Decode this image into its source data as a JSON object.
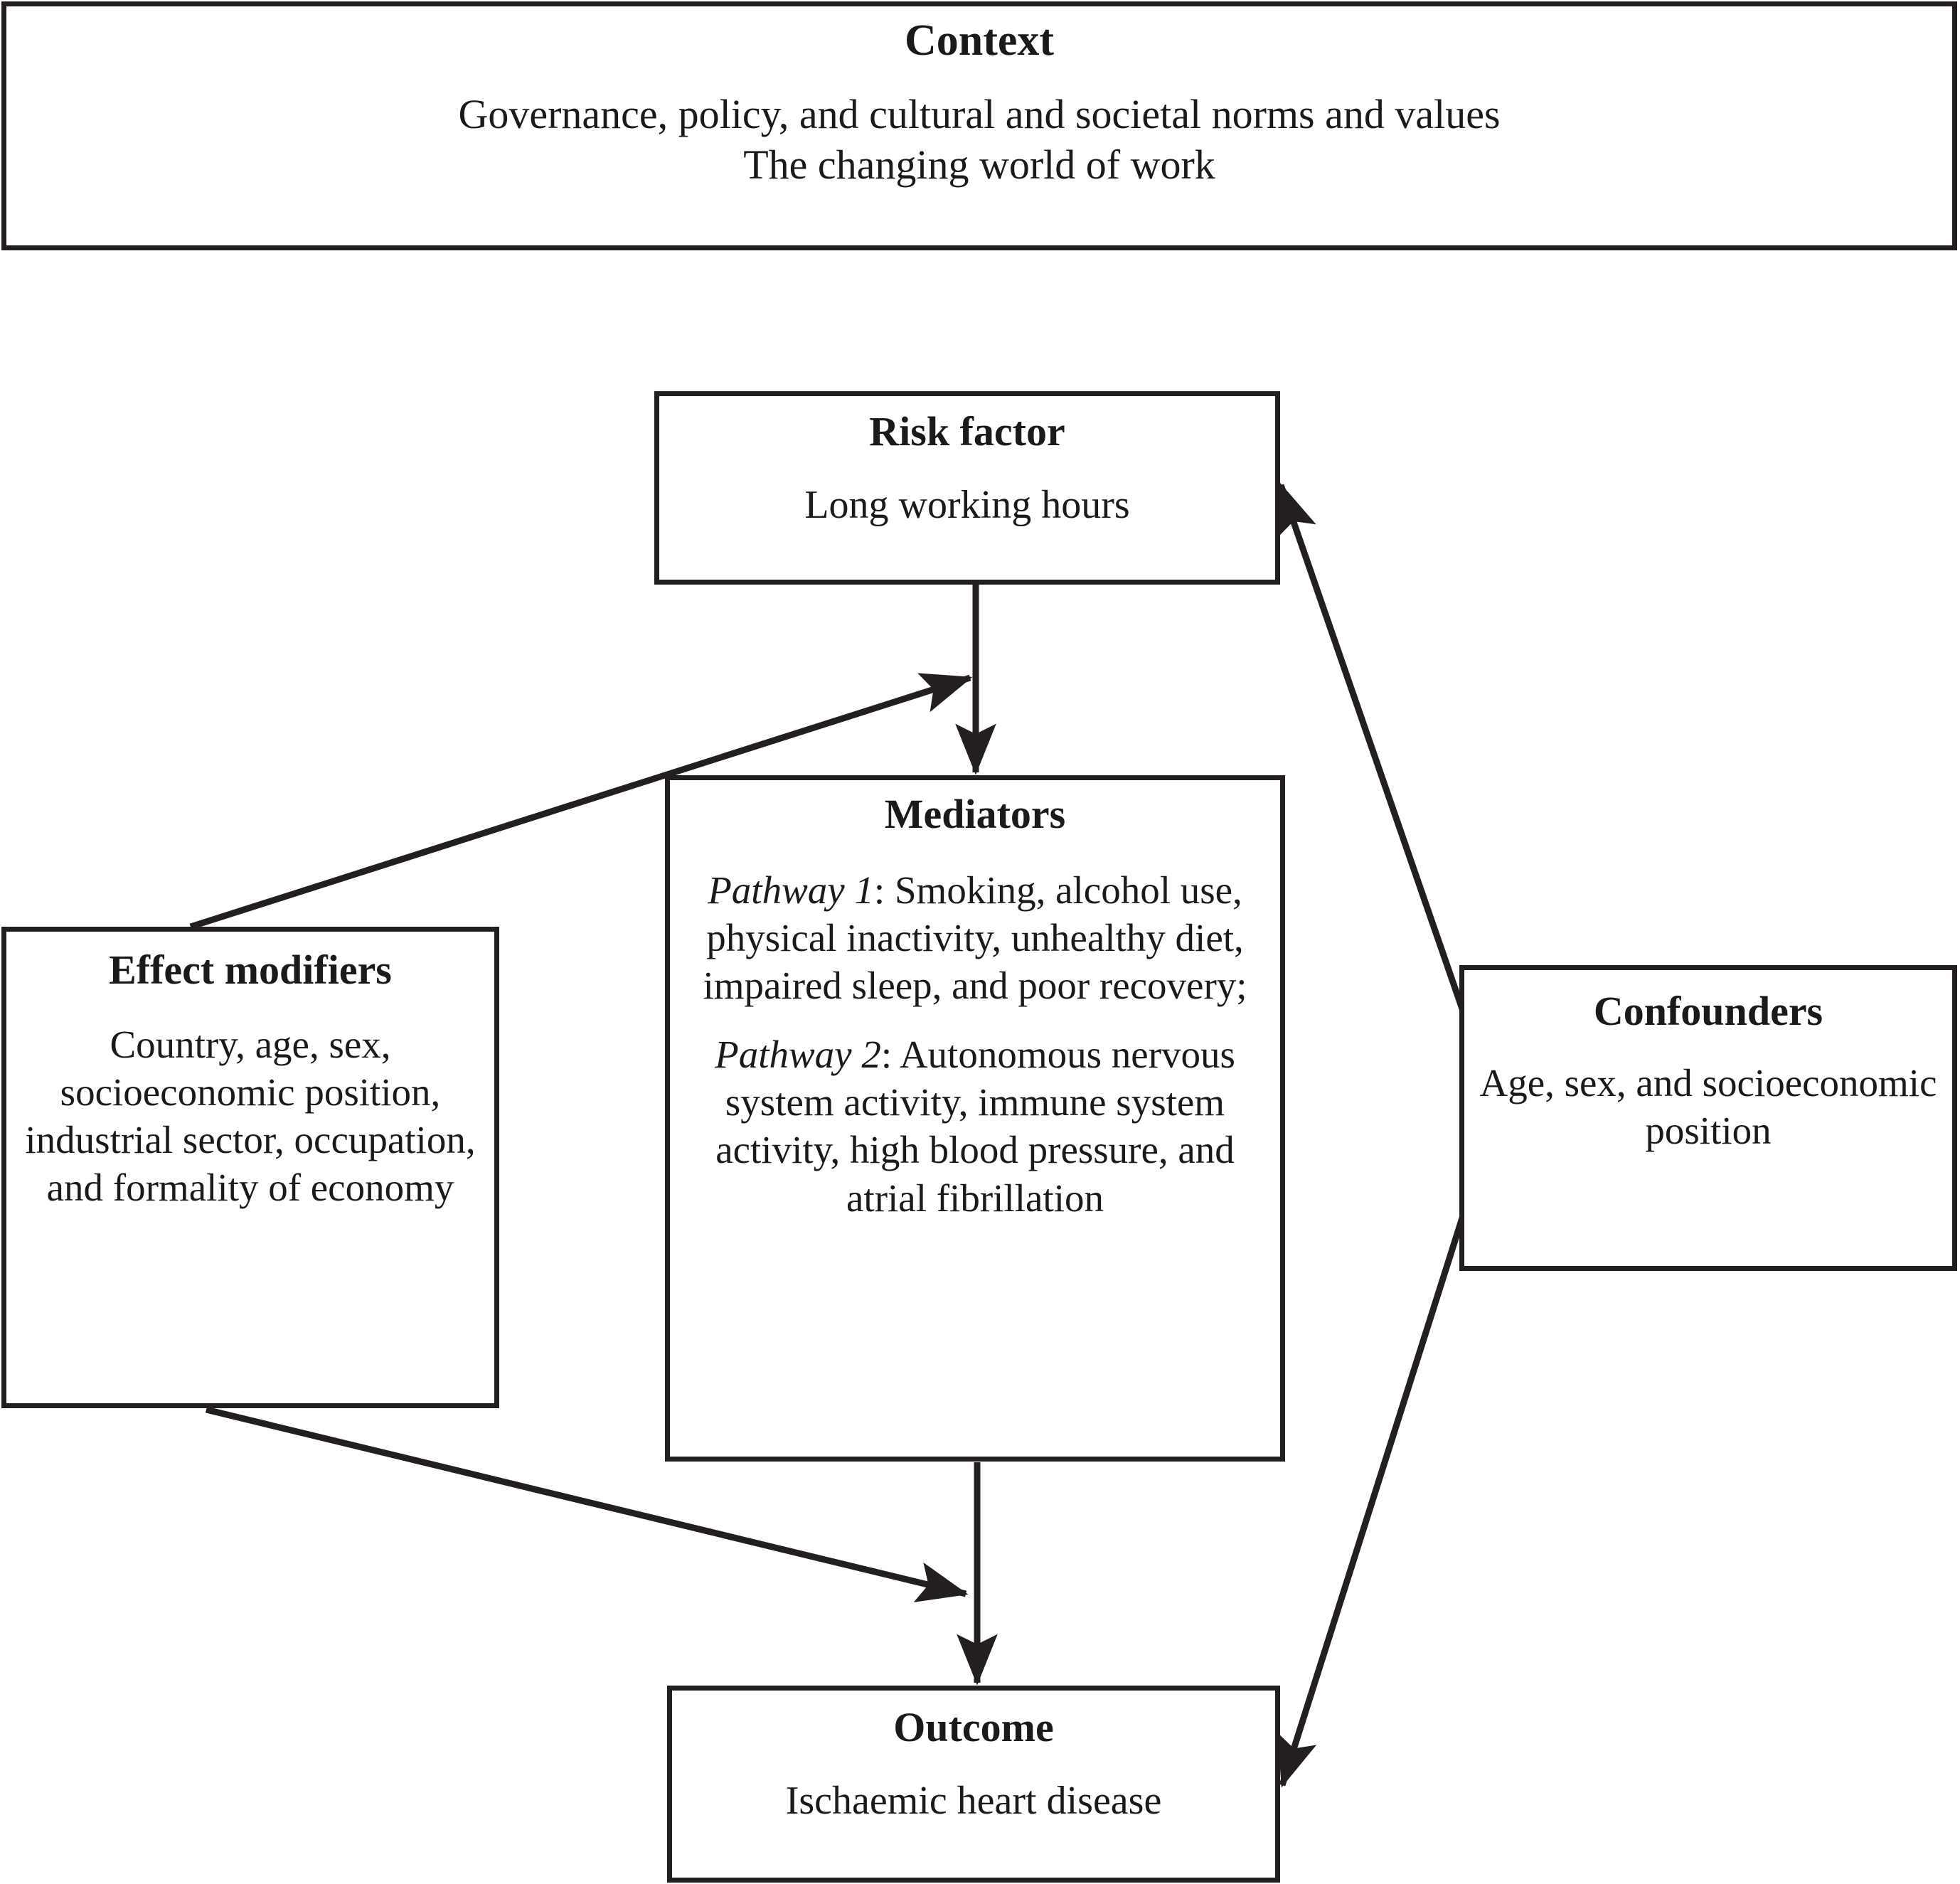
{
  "diagram": {
    "context": {
      "title": "Context",
      "line1": "Governance, policy, and cultural and societal norms and values",
      "line2": "The changing world of work"
    },
    "risk_factor": {
      "title": "Risk factor",
      "body": "Long working hours"
    },
    "mediators": {
      "title": "Mediators",
      "pathway1_label": "Pathway 1",
      "pathway1_text": ": Smoking, alcohol use, physical inactivity, unhealthy diet, impaired sleep, and poor recovery;",
      "pathway2_label": "Pathway 2",
      "pathway2_text": ": Autonomous nervous system activity, immune system activity, high blood pressure, and atrial fibrillation"
    },
    "effect_modifiers": {
      "title": "Effect modifiers",
      "body": "Country, age, sex, socioeconomic position, industrial sector, occupation, and formality of economy"
    },
    "confounders": {
      "title": "Confounders",
      "body": "Age, sex, and socioeconomic position"
    },
    "outcome": {
      "title": "Outcome",
      "body": "Ischaemic heart disease"
    },
    "colors": {
      "stroke": "#231f20",
      "background": "#ffffff"
    },
    "edges": [
      {
        "name": "risk-to-mediators",
        "from": "risk_factor",
        "to": "mediators"
      },
      {
        "name": "effect-modifiers-to-risk-path",
        "from": "effect_modifiers",
        "to": "risk-mediator-link"
      },
      {
        "name": "effect-modifiers-to-outcome-path",
        "from": "effect_modifiers",
        "to": "mediator-outcome-link"
      },
      {
        "name": "mediators-to-outcome",
        "from": "mediators",
        "to": "outcome"
      },
      {
        "name": "confounders-to-risk",
        "from": "confounders",
        "to": "risk_factor"
      },
      {
        "name": "confounders-to-outcome",
        "from": "confounders",
        "to": "outcome"
      }
    ]
  }
}
